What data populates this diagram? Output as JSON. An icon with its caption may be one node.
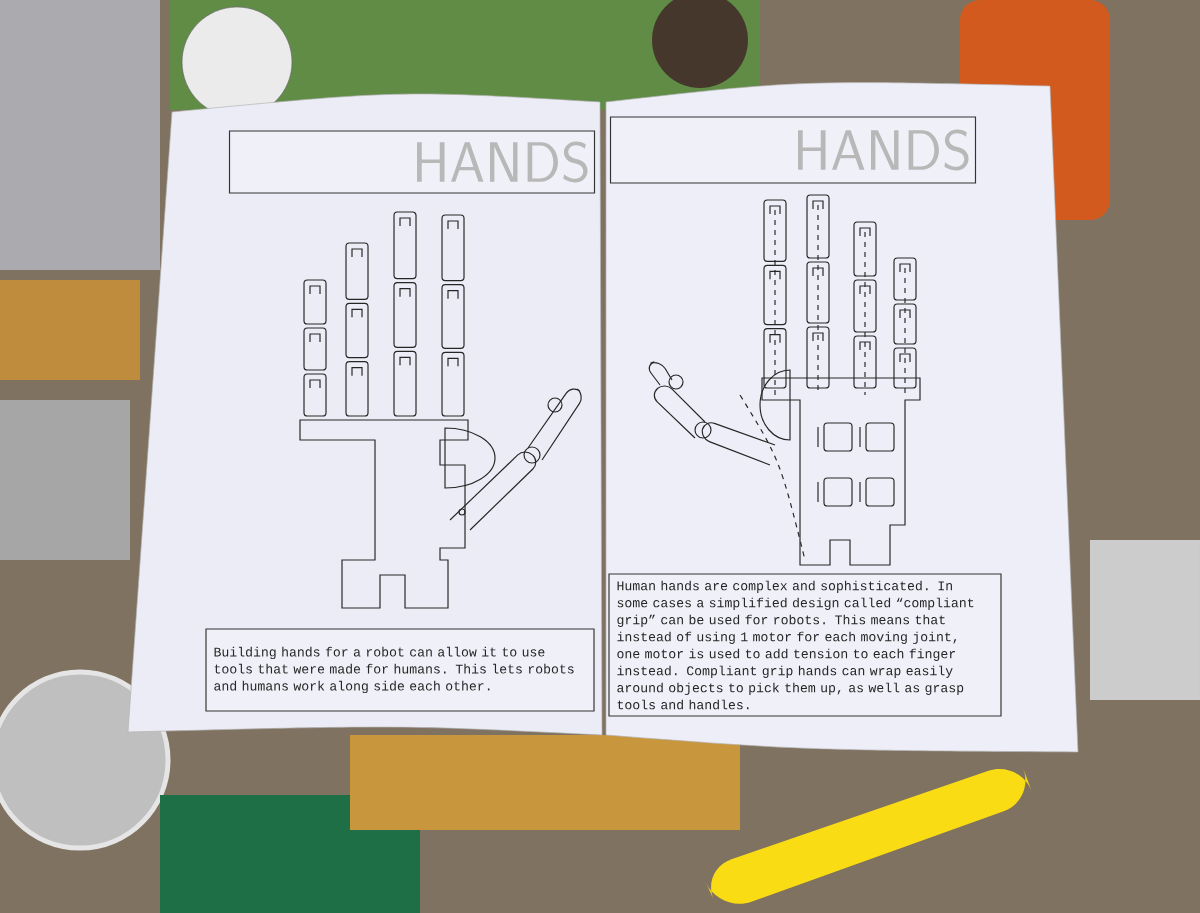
{
  "diagram": {
    "nodes": [
      {
        "text": [
          "HANDS"
        ]
      },
      {
        "text": [
          "Building hands for a robot can allow it to use tools that were made for humans. This lets robots and humans work along side each other."
        ]
      },
      {
        "text": [
          "HANDS"
        ]
      },
      {
        "text": [
          "Human hands are complex and sophisticated. In some cases a simplified design called “compliant grip” can be used for robots. This means that instead of using 1 motor for each moving joint, one motor is used to add tension to each finger instead. Compliant grip hands can wrap easily around objects to pick them up, as well as grasp tools and handles."
        ]
      }
    ]
  }
}
